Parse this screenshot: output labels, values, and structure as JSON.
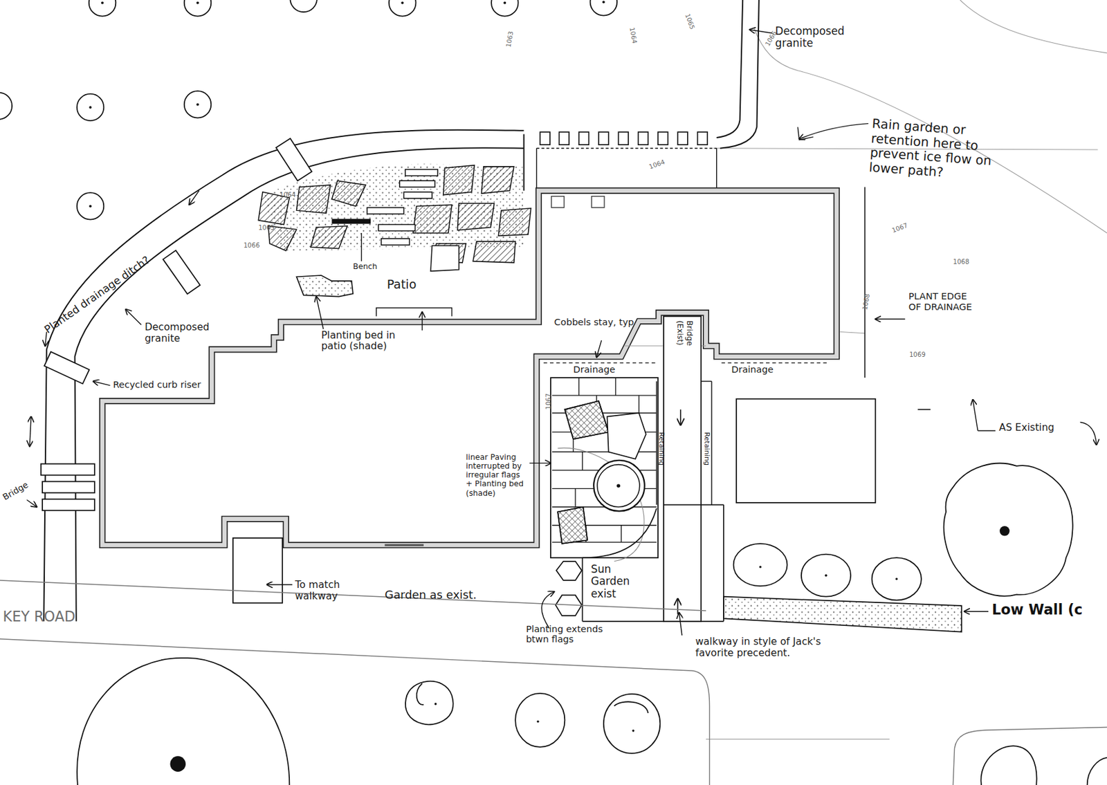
{
  "diagram": {
    "nodes": [
      {
        "text": [
          "Bridge (Exist)"
        ]
      },
      {
        "text": [
          "Sun Garden exist"
        ]
      }
    ],
    "labels": [
      "Decomposed granite",
      "Rain garden or retention here to prevent ice flow on lower path?",
      "Planted drainage ditch?",
      "Decomposed granite",
      "Bench",
      "Patio",
      "Planting bed in patio (shade)",
      "Recycled curb riser",
      "Bridge",
      "Cobbels stay, typ",
      "Drainage",
      "Drainage",
      "Retaining",
      "Retaining",
      "PLANT EDGE OF DRAINAGE",
      "AS Existing",
      "linear Paving interrupted by irregular flags + Planting bed (shade)",
      "To match walkway",
      "Garden as exist.",
      "KEY ROAD",
      "Planting extends btwn flags",
      "walkway in style of Jack's favorite precedent.",
      "Low Wall (c",
      "1063",
      "1064",
      "1065",
      "1066",
      "1064",
      "1067",
      "1068",
      "1068",
      "1069",
      "1065",
      "1066",
      "1064",
      "1067"
    ]
  }
}
